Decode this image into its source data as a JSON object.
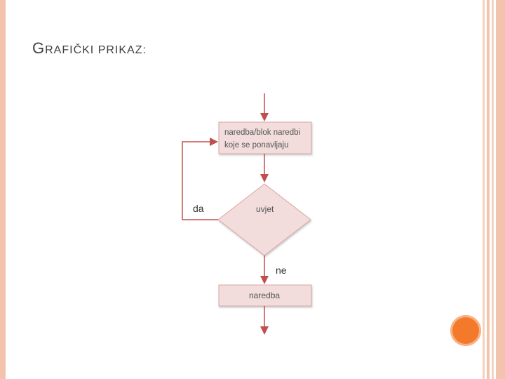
{
  "slide": {
    "title_first_letter": "G",
    "title_rest": "RAFIČKI PRIKAZ:"
  },
  "flowchart": {
    "box1_line1": "naredba/blok naredbi",
    "box1_line2": "koje se ponavljaju",
    "condition": "uvjet",
    "yes_label": "da",
    "no_label": "ne",
    "box2": "naredba"
  },
  "colors": {
    "node_fill": "#f2dcdc",
    "node_stroke": "#d9a7a7",
    "arrow": "#c0504d",
    "accent_circle": "#f47a2b",
    "frame": "#f3c4ad"
  }
}
